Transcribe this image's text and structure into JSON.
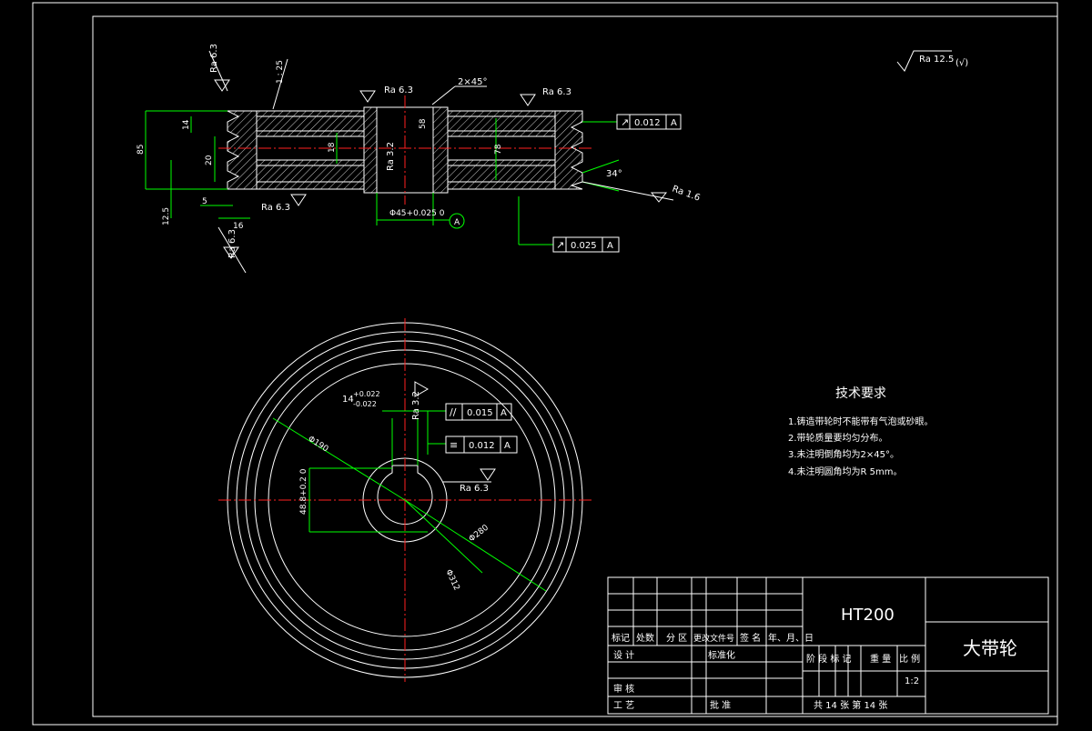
{
  "section_view": {
    "ra_left_top": "Ra 6.3",
    "taper": "1 : 25",
    "ra_hub_left": "Ra 6.3",
    "chamfer": "2×45°",
    "ra_hub_right": "Ra 6.3",
    "dim_14": "14",
    "dim_85": "85",
    "dim_18": "18",
    "dim_20": "20",
    "dim_5": "5",
    "dim_12_5": "12.5",
    "dim_16": "16",
    "ra_bottom_left": "Ra 6.3",
    "ra_bottom": "Ra 6.3",
    "ra_bore": "Ra 3.2",
    "dim_58": "58",
    "dim_78": "78",
    "bore_dim": "Φ45+0.025 0",
    "datum_a": "A",
    "tol_runout_1": "0.012",
    "tol_runout_2": "0.025",
    "angle": "34°",
    "ra_groove": "Ra 1.6"
  },
  "roughness_general": {
    "value": "Ra 12.5",
    "paren": "(√)"
  },
  "front_view": {
    "keyway_width": "14",
    "keyway_tol_upper": "+0.022",
    "keyway_tol_lower": "-0.022",
    "ra_keyway": "Ra 3.2",
    "tol_parallel": "0.015",
    "tol_parallel_datum": "A",
    "tol_sym": "0.012",
    "tol_sym_datum": "A",
    "dia_inner": "Φ190",
    "keyway_depth": "48.8+0.2 0",
    "ra_hub": "Ra 6.3",
    "dia_mid": "Φ280",
    "dia_outer": "Φ312"
  },
  "tech_req": {
    "title": "技术要求",
    "items": [
      "1.铸造带轮时不能带有气泡或砂眼。",
      "2.带轮质量要均匀分布。",
      "3.未注明倒角均为2×45°。",
      "4.未注明圆角均为R 5mm。"
    ]
  },
  "title_block": {
    "material": "HT200",
    "part_name": "大带轮",
    "headers": [
      "标记",
      "处数",
      "分 区",
      "更改文件号",
      "签 名",
      "年、月、日"
    ],
    "design": "设 计",
    "standardize": "标准化",
    "stage_mark": "阶 段 标 记",
    "weight": "重 量",
    "scale_label": "比 例",
    "scale": "1:2",
    "review": "审 核",
    "process": "工 艺",
    "approve": "批 准",
    "sheets": "共 14 张  第 14 张"
  }
}
